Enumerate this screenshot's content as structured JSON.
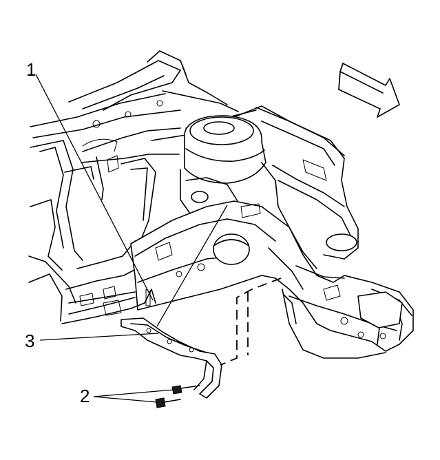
{
  "callouts": {
    "one": "1",
    "two": "2",
    "three": "3"
  },
  "icons": {
    "direction_arrow": "front-direction-arrow-icon"
  },
  "colors": {
    "line": "#000000",
    "background": "#ffffff"
  }
}
